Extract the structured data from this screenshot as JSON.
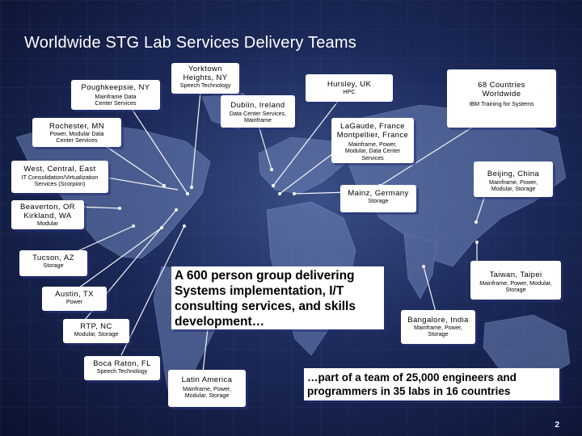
{
  "slide": {
    "title": "Worldwide STG Lab Services Delivery Teams",
    "page_number": "2",
    "colors": {
      "background": "#1c2a5a",
      "box": "#ffffff",
      "line": "#ffffff"
    }
  },
  "locations": [
    {
      "id": "yorktown",
      "name": "Yorktown Heights, NY",
      "desc": "Speech Technology"
    },
    {
      "id": "poughkeepsie",
      "name": "Poughkeepsie, NY",
      "desc": "Mainframe Data Center Services"
    },
    {
      "id": "hursley",
      "name": "Hursley, UK",
      "desc": "HPC"
    },
    {
      "id": "countries68",
      "name": "68 Countries Worldwide",
      "desc": "IBM Training for Systems"
    },
    {
      "id": "dublin",
      "name": "Dublin, Ireland",
      "desc": "Data Center Services, Mainframe"
    },
    {
      "id": "rochester",
      "name": "Rochester, MN",
      "desc": "Power, Modular Data Center Services"
    },
    {
      "id": "lagaude",
      "name": "LaGaude, France Montpellier, France",
      "desc": "Mainframe, Power, Modular, Data Center Services"
    },
    {
      "id": "westcentraleast",
      "name": "West, Central, East",
      "desc": "IT Consolidation/Virtualization Services (Scorpion)"
    },
    {
      "id": "beijing",
      "name": "Beijing, China",
      "desc": "Mainframe, Power, Modular, Storage"
    },
    {
      "id": "mainz",
      "name": "Mainz, Germany",
      "desc": "Storage"
    },
    {
      "id": "beaverton",
      "name": "Beaverton, OR Kirkland, WA",
      "desc": "Modular"
    },
    {
      "id": "tucson",
      "name": "Tucson, AZ",
      "desc": "Storage"
    },
    {
      "id": "taiwan",
      "name": "Taiwan, Taipei",
      "desc": "Mainframe, Power, Modular, Storage"
    },
    {
      "id": "austin",
      "name": "Austin, TX",
      "desc": "Power"
    },
    {
      "id": "bangalore",
      "name": "Bangalore, India",
      "desc": "Mainframe, Power, Storage"
    },
    {
      "id": "rtp",
      "name": "RTP, NC",
      "desc": "Modular, Storage"
    },
    {
      "id": "bocaraton",
      "name": "Boca Raton, FL",
      "desc": "Speech Technology"
    },
    {
      "id": "latinamerica",
      "name": "Latin America",
      "desc": "Mainframe, Power, Modular, Storage"
    }
  ],
  "callouts": {
    "group": "A 600 person group delivering Systems implementation, I/T consulting services, and skills development…",
    "team": "…part of a team of 25,000 engineers and programmers in 35 labs in 16 countries"
  }
}
